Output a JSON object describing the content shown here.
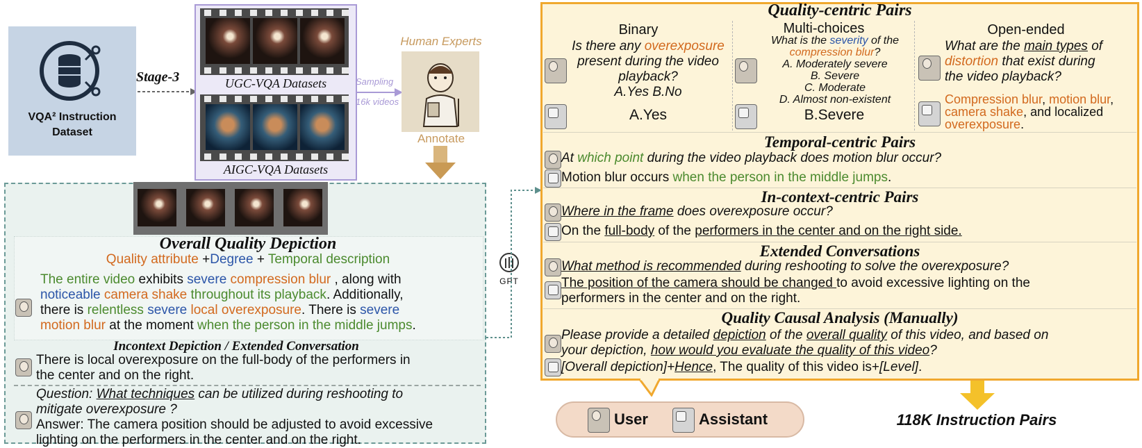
{
  "dataset": {
    "title_line1": "VQA² Instruction",
    "title_line2": "Dataset",
    "stage": "Stage-3"
  },
  "sources": {
    "ugc": "UGC-VQA Datasets",
    "aigc": "AIGC-VQA Datasets",
    "sampling": "Sampling",
    "videos": "16k videos"
  },
  "experts": {
    "title": "Human Experts",
    "annotate": "Annotate"
  },
  "gpt_label": "GPT",
  "overall": {
    "title": "Overall Quality Depiction",
    "formula": {
      "attr": "Quality attribute",
      "plus1": " +",
      "degree": "Degree",
      "plus2": " + ",
      "temporal": "Temporal description"
    },
    "p": {
      "a1": "The entire video",
      "a2": " exhibits ",
      "a3": "severe",
      "a4": " ",
      "a5": "compression blur",
      "a6": " , along with",
      "b1": "noticeable",
      "b2": " ",
      "b3": "camera shake",
      "b4": " ",
      "b5": "throughout its playback",
      "b6": ". Additionally,",
      "c1": "there is ",
      "c2": "relentless",
      "c3": " ",
      "c4": "severe",
      "c5": " ",
      "c6": "local overexposure",
      "c7": ". There is ",
      "c8": "severe",
      "d1": "motion blur",
      "d2": " at the moment ",
      "d3": "when the person in the middle jumps",
      "d4": "."
    }
  },
  "incontext": {
    "title": "Incontext Depiction / Extended Conversation",
    "line1": "There is local overexposure on the full-body of the performers in",
    "line2": "the center and on the right.",
    "q_prefix": "Question: ",
    "q_u": "What techniques",
    "q_rest": " can be utilized during reshooting to",
    "q_line2": "mitigate overexposure ?",
    "a_line1": "Answer: The camera position should be adjusted to avoid excessive",
    "a_line2": "lighting on the performers in the center and on the right."
  },
  "quality_pairs": {
    "title": "Quality-centric Pairs",
    "binary": {
      "header": "Binary",
      "q1a": "Is there any ",
      "q1b": "overexposure",
      "q2": "present during the video",
      "q3": "playback?",
      "opts": "A.Yes B.No",
      "answer": "A.Yes"
    },
    "multi": {
      "header": "Multi-choices",
      "q1a": "What is the ",
      "q1b": "severity",
      "q1c": " of the",
      "q2a": "compression blur",
      "q2b": "?",
      "opt_a": "A. Moderately severe",
      "opt_b": "B. Severe",
      "opt_c": "C. Moderate",
      "opt_d": "D. Almost non-existent",
      "answer": "B.Severe"
    },
    "open": {
      "header": "Open-ended",
      "q1a": "What are the ",
      "q1b": "main types",
      "q1c": " of",
      "q2a": "distortion",
      "q2b": " that exist during",
      "q3": "the video playback?",
      "a1a": "Compression blur",
      "a1b": ", ",
      "a1c": "motion blur",
      "a1d": ",",
      "a2a": "camera shake",
      "a2b": ", and localized",
      "a3a": "overexposure",
      "a3b": "."
    }
  },
  "temporal": {
    "title": "Temporal-centric Pairs",
    "q1": "At ",
    "q2": "which point",
    "q3": " during the video playback does motion blur occur?",
    "a1": "Motion blur occurs ",
    "a2": "when the person in the middle jumps",
    "a3": "."
  },
  "incontext_pairs": {
    "title": "In-context-centric Pairs",
    "q_u": "Where in the frame",
    "q_rest": " does overexposure occur?",
    "a1": "On the ",
    "a2": "full-body",
    "a3": " of the ",
    "a4": "performers in the center and on the right side."
  },
  "extended": {
    "title": "Extended Conversations",
    "q_u": "What method is recommended",
    "q_rest": " during reshooting to solve the overexposure?",
    "a_u": "The position of the camera should be changed ",
    "a_rest": "to avoid excessive lighting on the",
    "a_line2": "performers in the center and on the right."
  },
  "causal": {
    "title": "Quality Causal Analysis (Manually)",
    "q1a": "Please provide a detailed ",
    "q1b": "depiction",
    "q1c": " of the ",
    "q1d": "overall quality",
    "q1e": " of this video, and based on",
    "q2a": "your depiction, ",
    "q2b": "how would you evaluate the quality of this video",
    "q2c": "?",
    "a1": "[Overall depiction]+",
    "a2": "Hence",
    "a3": ", The quality of this video is+",
    "a4": "[Level]",
    "a5": "."
  },
  "legend": {
    "user": "User",
    "assistant": "Assistant"
  },
  "total": "118K Instruction Pairs"
}
